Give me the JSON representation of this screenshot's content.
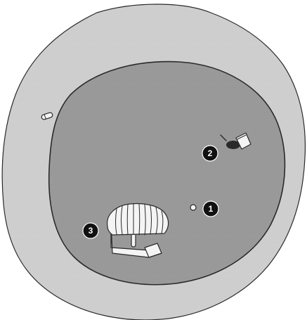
{
  "colors": {
    "outer_region": "#cfcfcf",
    "inner_region": "#9a9a9a",
    "outline": "#2a2a2a",
    "object_fill": "#f4f4f4",
    "callout_fill": "#111111",
    "callout_text": "#ffffff"
  },
  "callouts": [
    {
      "label": "1"
    },
    {
      "label": "2"
    },
    {
      "label": "3"
    }
  ],
  "icons": {
    "small_dot": "dot-icon",
    "small_card": "card-icon",
    "scalloped_object": "scallop-object-icon",
    "edge_marker": "small-capsule-icon"
  }
}
